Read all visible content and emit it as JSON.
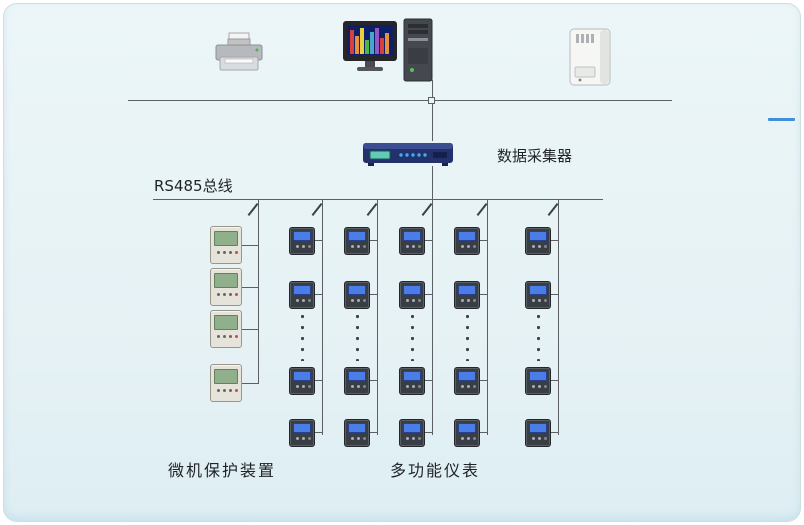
{
  "labels": {
    "data_collector": "数据采集器",
    "rs485_bus": "RS485总线",
    "protection_devices": "微机保护装置",
    "multifunction_meters": "多功能仪表"
  },
  "diagram": {
    "meter_columns": 5,
    "meters_per_column": 4,
    "protection_device_count": 4,
    "ellipsis_between_rows": true
  },
  "colors": {
    "background": "#e7f2f4",
    "line": "#5c5f63",
    "collector_body": "#22306b",
    "collector_screen": "#63c9b8",
    "meter_body": "#393d44",
    "meter_screen": "#4a7de8",
    "protection_body": "#e6e4da",
    "protection_screen": "#8fb08a",
    "artifact_blue": "#3f8fdb"
  }
}
